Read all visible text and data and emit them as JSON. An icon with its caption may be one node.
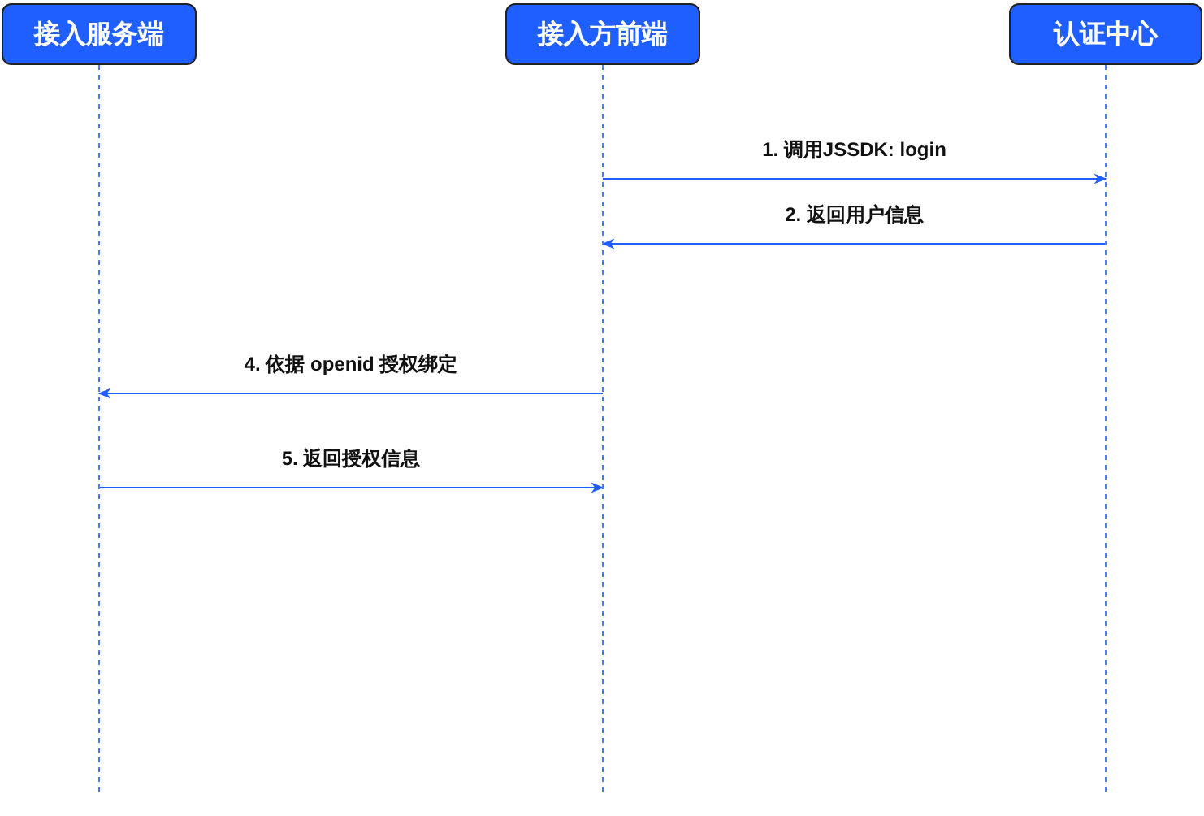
{
  "diagram": {
    "nodes": [
      {
        "text": [
          "接入服务端"
        ]
      },
      {
        "text": [
          "接入方前端"
        ]
      },
      {
        "text": [
          "认证中心"
        ]
      }
    ],
    "edges": [
      {
        "from": 1,
        "to": 2,
        "arrow": "to",
        "label": "1. 调用JSSDK: login"
      },
      {
        "from": 2,
        "to": 1,
        "arrow": "to",
        "label": "2. 返回用户信息"
      },
      {
        "from": 1,
        "to": 0,
        "arrow": "to",
        "label": "4. 依据 openid 授权绑定"
      },
      {
        "from": 0,
        "to": 1,
        "arrow": "to",
        "label": "5. 返回授权信息"
      }
    ]
  }
}
